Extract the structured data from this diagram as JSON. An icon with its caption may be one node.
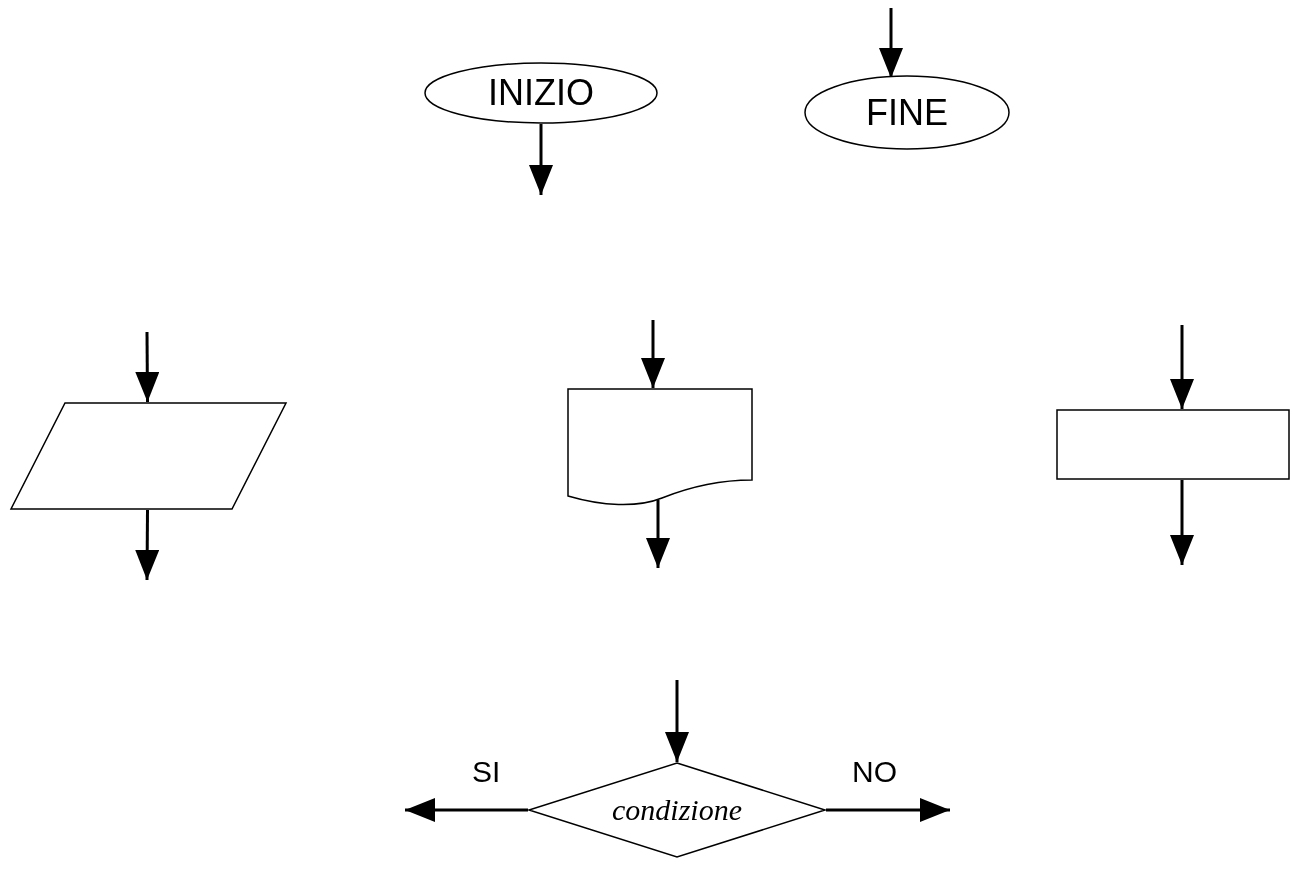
{
  "diagram": {
    "nodes": [
      {
        "text": [
          "INIZIO"
        ]
      },
      {
        "text": [
          "FINE"
        ]
      },
      {
        "text": [],
        "shape": "parallelogram"
      },
      {
        "text": [],
        "shape": "document"
      },
      {
        "text": [],
        "shape": "box"
      },
      {
        "text": [
          "condizione"
        ]
      }
    ],
    "edges": [
      {
        "from": 0,
        "to": null,
        "arrow": "to"
      },
      {
        "from": null,
        "to": 1,
        "arrow": "to"
      },
      {
        "from": null,
        "to": 2,
        "arrow": "to"
      },
      {
        "from": 2,
        "to": null,
        "arrow": "to"
      },
      {
        "from": null,
        "to": 3,
        "arrow": "to"
      },
      {
        "from": 3,
        "to": null,
        "arrow": "to"
      },
      {
        "from": null,
        "to": 4,
        "arrow": "to"
      },
      {
        "from": 4,
        "to": null,
        "arrow": "to"
      },
      {
        "from": null,
        "to": 5,
        "arrow": "to"
      },
      {
        "from": 5,
        "to": null,
        "arrow": "to",
        "label": "SI"
      },
      {
        "from": 5,
        "to": null,
        "arrow": "to",
        "label": "NO"
      }
    ]
  }
}
